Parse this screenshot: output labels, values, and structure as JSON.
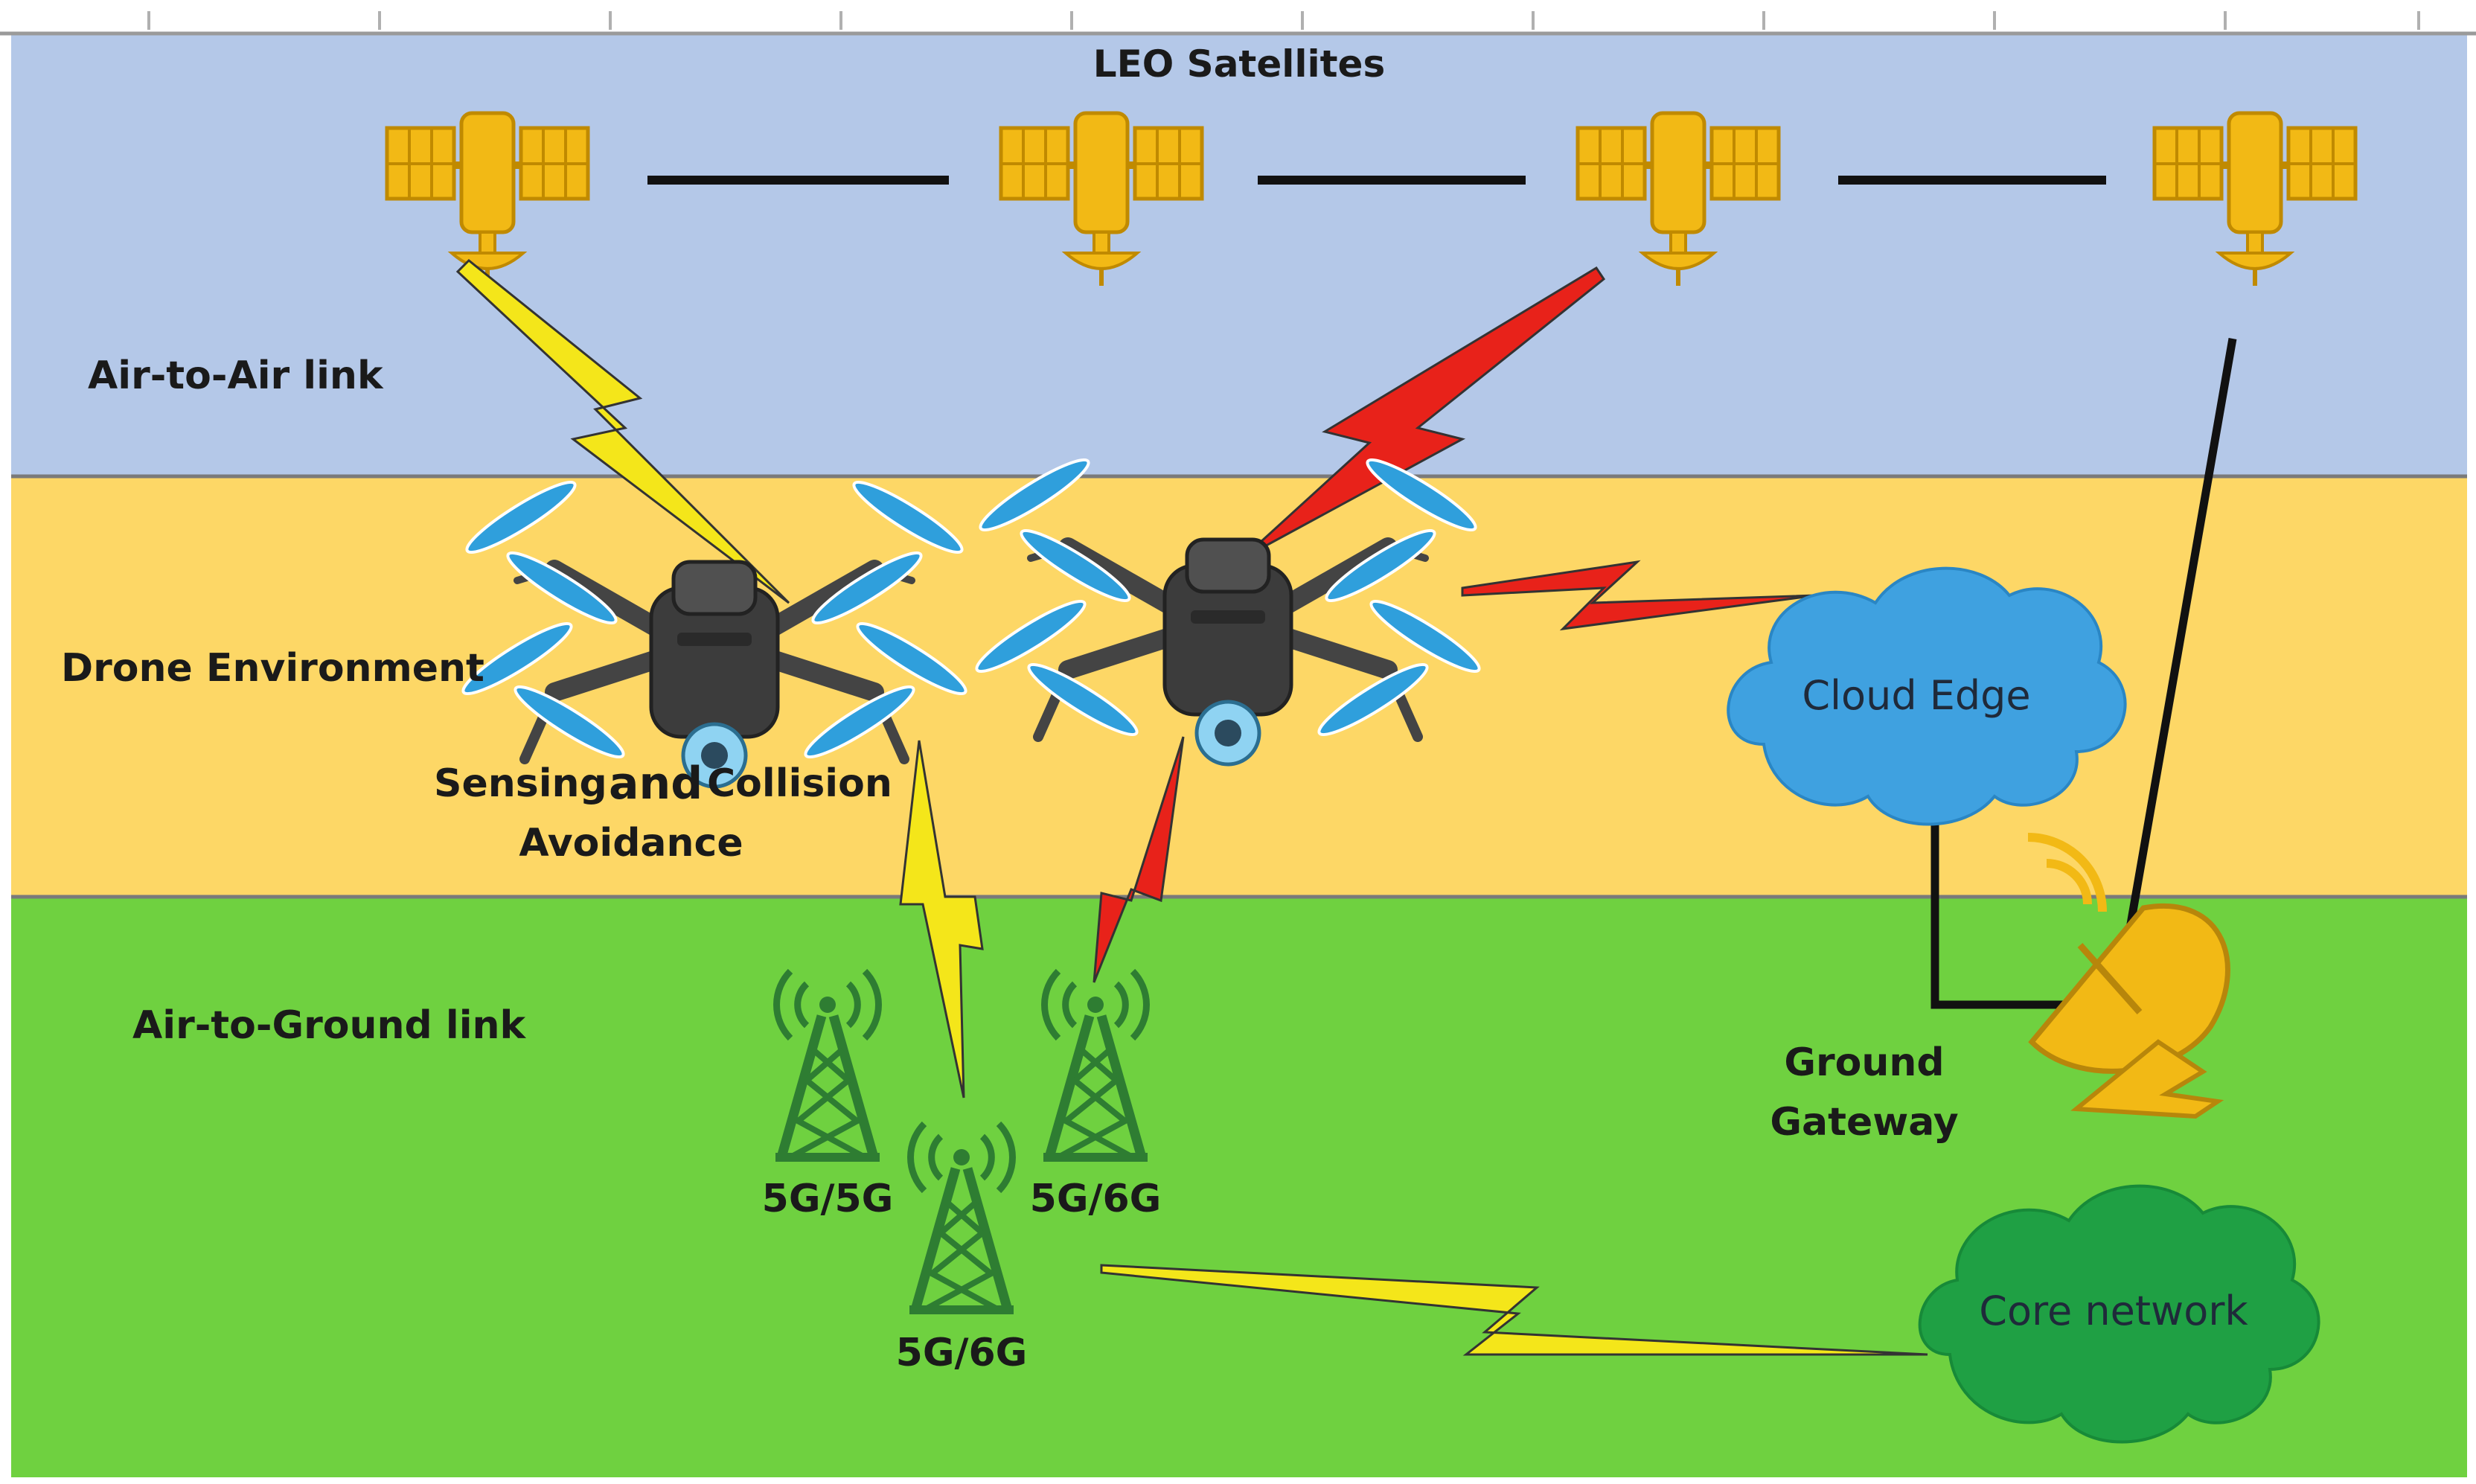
{
  "layers": {
    "satellites_title": "LEO Satellites",
    "air_to_air": "Air-to-Air link",
    "drone_env": "Drone Environment",
    "air_to_ground": "Air-to-Ground link"
  },
  "drone_caption": {
    "line1_a": "Sensing",
    "line1_b": "and",
    "line1_c": "Collision",
    "line2": "Avoidance"
  },
  "cloud_edge": "Cloud Edge",
  "core_network": "Core network",
  "ground_gateway": {
    "line1": "Ground",
    "line2": "Gateway"
  },
  "towers": [
    "5G/5G",
    "5G/6G",
    "5G/6G"
  ],
  "colors": {
    "sky": "#b4c8e8",
    "drone_band": "#fdd766",
    "ground": "#6fd140",
    "satellite": "#f2b915",
    "cloud_edge": "#3fa1e0",
    "core_cloud": "#1fa044",
    "tower": "#2e7d32",
    "link_yellow": "#f4e61a",
    "link_red": "#e8221a"
  },
  "icons": [
    "satellite-icon",
    "drone-icon",
    "cell-tower-icon",
    "satellite-dish-icon",
    "cloud-icon"
  ]
}
